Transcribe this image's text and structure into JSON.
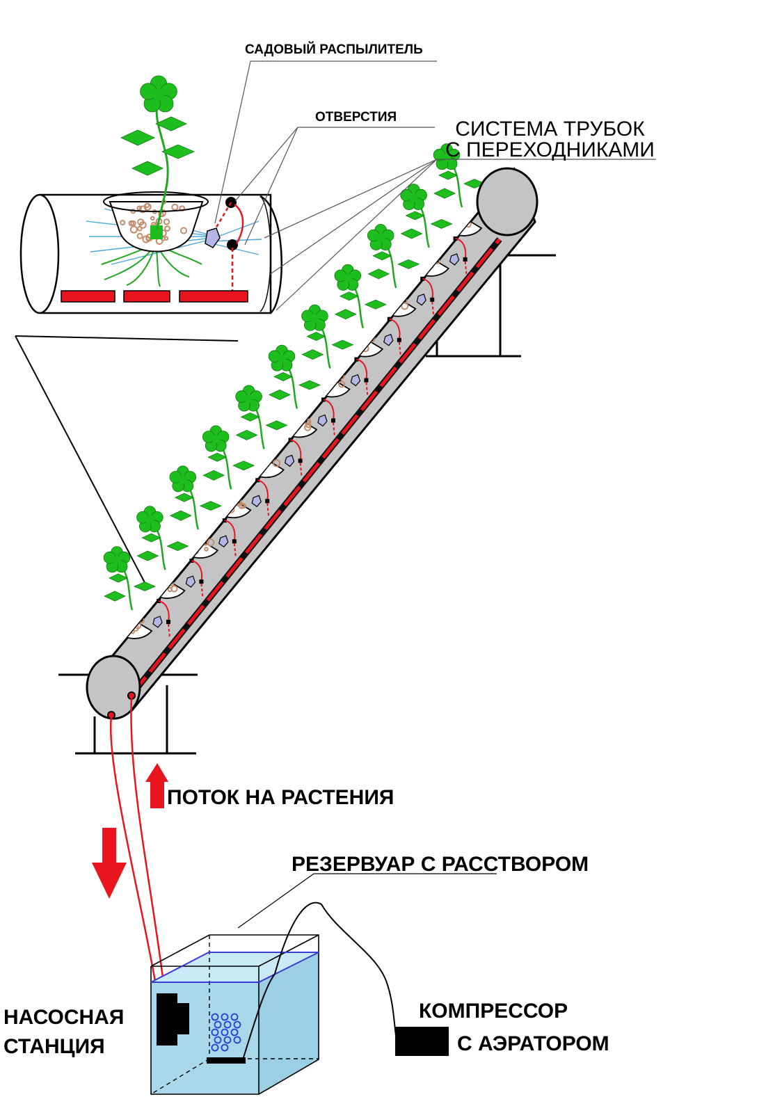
{
  "labels": {
    "sprayer": "САДОВЫЙ РАСПЫЛИТЕЛЬ",
    "holes": "ОТВЕРСТИЯ",
    "tubes_line1": "СИСТЕМА ТРУБОК",
    "tubes_line2": "С ПЕРЕХОДНИКАМИ",
    "flow": "ПОТОК НА РАСТЕНИЯ",
    "reservoir": "РЕЗЕРВУАР С РАССТВОРОМ",
    "pump_line1": "НАСОСНАЯ",
    "pump_line2": "СТАНЦИЯ",
    "compressor_line1": "КОМПРЕССОР",
    "compressor_line2": "С АЭРАТОРОМ"
  },
  "colors": {
    "pipe": "#c4c4c4",
    "leaf": "#1fbe1f",
    "stem": "#1fa81f",
    "pellet": "#c38c6a",
    "tube_red": "#e8141e",
    "water": "#a8d8ea",
    "water_line": "#3a3ad8",
    "bubble": "#2a3cd8",
    "sprayer": "#b6b6e6",
    "roots": "#4aa8d8"
  },
  "icons": {
    "flow_arrow_up": "red-arrow-up-icon",
    "flow_arrow_down": "red-arrow-down-icon"
  }
}
